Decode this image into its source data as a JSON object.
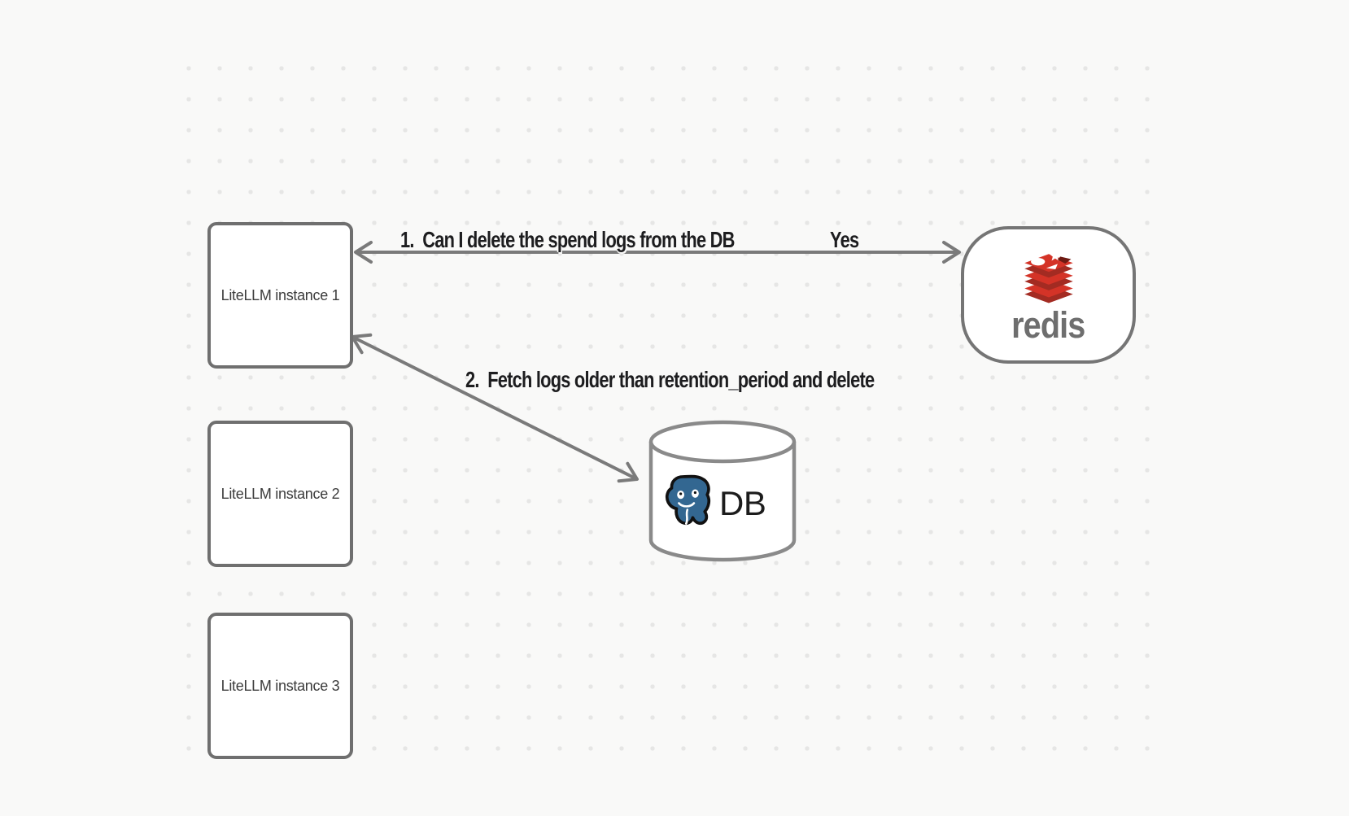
{
  "canvas": {
    "background_color": "#f9f9f8",
    "dot_grid_color": "#e6e6e5",
    "stroke_color": "#757575"
  },
  "nodes": {
    "litellm_instances": [
      {
        "label": "LiteLLM instance 1"
      },
      {
        "label": "LiteLLM instance 2"
      },
      {
        "label": "LiteLLM instance 3"
      }
    ],
    "redis": {
      "wordmark": "redis",
      "icon": "redis-stack-logo",
      "brand_red": "#d43327"
    },
    "database": {
      "label": "DB",
      "icon": "postgresql-elephant-logo",
      "brand_blue": "#336791"
    }
  },
  "edges": [
    {
      "label": "1.  Can I delete the spend logs from the DB",
      "response": "Yes",
      "between": [
        "LiteLLM instance 1",
        "redis"
      ],
      "bidirectional": true
    },
    {
      "label": "2.  Fetch logs older than retention_period and delete",
      "between": [
        "LiteLLM instance 1",
        "DB"
      ],
      "bidirectional": true
    }
  ]
}
